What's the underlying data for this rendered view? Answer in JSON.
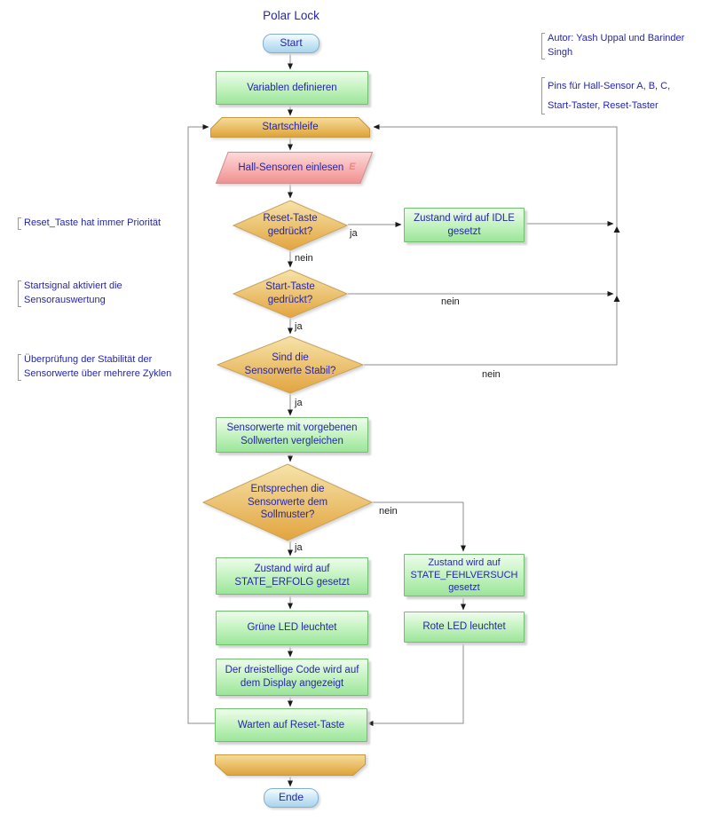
{
  "title": "Polar Lock",
  "nodes": {
    "start": "Start",
    "variables": "Variablen definieren",
    "loop_start": "Startschleife",
    "read_sensors": "Hall-Sensoren einlesen",
    "input_marker": "E",
    "decision_reset": "Reset-Taste gedrückt?",
    "set_idle": "Zustand wird auf IDLE gesetzt",
    "decision_start": "Start-Taste gedrückt?",
    "decision_stable": "Sind die Sensorwerte Stabil?",
    "compare": "Sensorwerte mit vorgebenen Sollwerten vergleichen",
    "decision_match": "Entsprechen die Sensorwerte dem Sollmuster?",
    "set_erfolg": "Zustand wird auf STATE_ERFOLG gesetzt",
    "set_fehlversuch": "Zustand wird auf STATE_FEHLVERSUCH gesetzt",
    "green_led": "Grüne LED leuchtet",
    "red_led": "Rote LED leuchtet",
    "display_code": "Der dreistellige Code wird auf dem Display angezeigt",
    "wait_reset": "Warten auf Reset-Taste",
    "end": "Ende"
  },
  "labels": {
    "yes": "ja",
    "no": "nein"
  },
  "annotations": {
    "author": [
      "Autor: Yash Uppal und Barinder",
      "Singh"
    ],
    "pins": [
      "Pins für Hall-Sensor A, B, C,",
      "Start-Taster, Reset-Taster"
    ],
    "reset_priority": [
      "Reset_Taste hat immer Priorität"
    ],
    "start_signal": [
      "Startsignal aktiviert die",
      "Sensorauswertung"
    ],
    "stability": [
      "Überprüfung der Stabilität der",
      "Sensorwerte über mehrere Zyklen"
    ]
  },
  "colors": {
    "text": "#2626ab",
    "annotation_text": "#2626ab",
    "branch_label_text": "#1c1c1c",
    "process_fill_top": "#eefcec",
    "process_fill_bottom": "#9ce59a",
    "process_border": "#6fbf6f",
    "decision_fill_top": "#f6e3aa",
    "decision_fill_bottom": "#e2a43e",
    "decision_border": "#c9a35a",
    "loop_fill_top": "#f3d98e",
    "loop_fill_bottom": "#dfa239",
    "input_fill_top": "#fcdada",
    "input_fill_bottom": "#f29090",
    "input_border": "#cc8f8f",
    "terminal_fill": "#cfe9f7",
    "terminal_border": "#7fafd2",
    "line": "#8c8c8c",
    "arrowhead": "#1a1a1a"
  }
}
